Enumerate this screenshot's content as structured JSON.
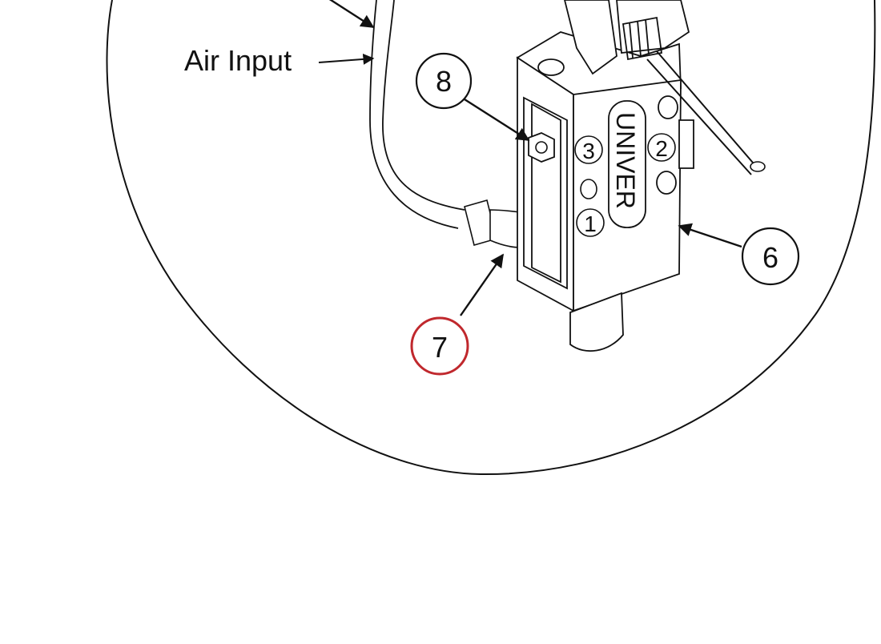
{
  "labels": {
    "air_input": "Air Input",
    "valve_text": "UNIVER"
  },
  "callouts": [
    {
      "number": "8",
      "highlighted": false
    },
    {
      "number": "6",
      "highlighted": false
    },
    {
      "number": "7",
      "highlighted": true
    }
  ],
  "ports": [
    "3",
    "2",
    "1"
  ],
  "colors": {
    "line": "#111111",
    "highlight": "#c0282d",
    "background": "#ffffff"
  }
}
